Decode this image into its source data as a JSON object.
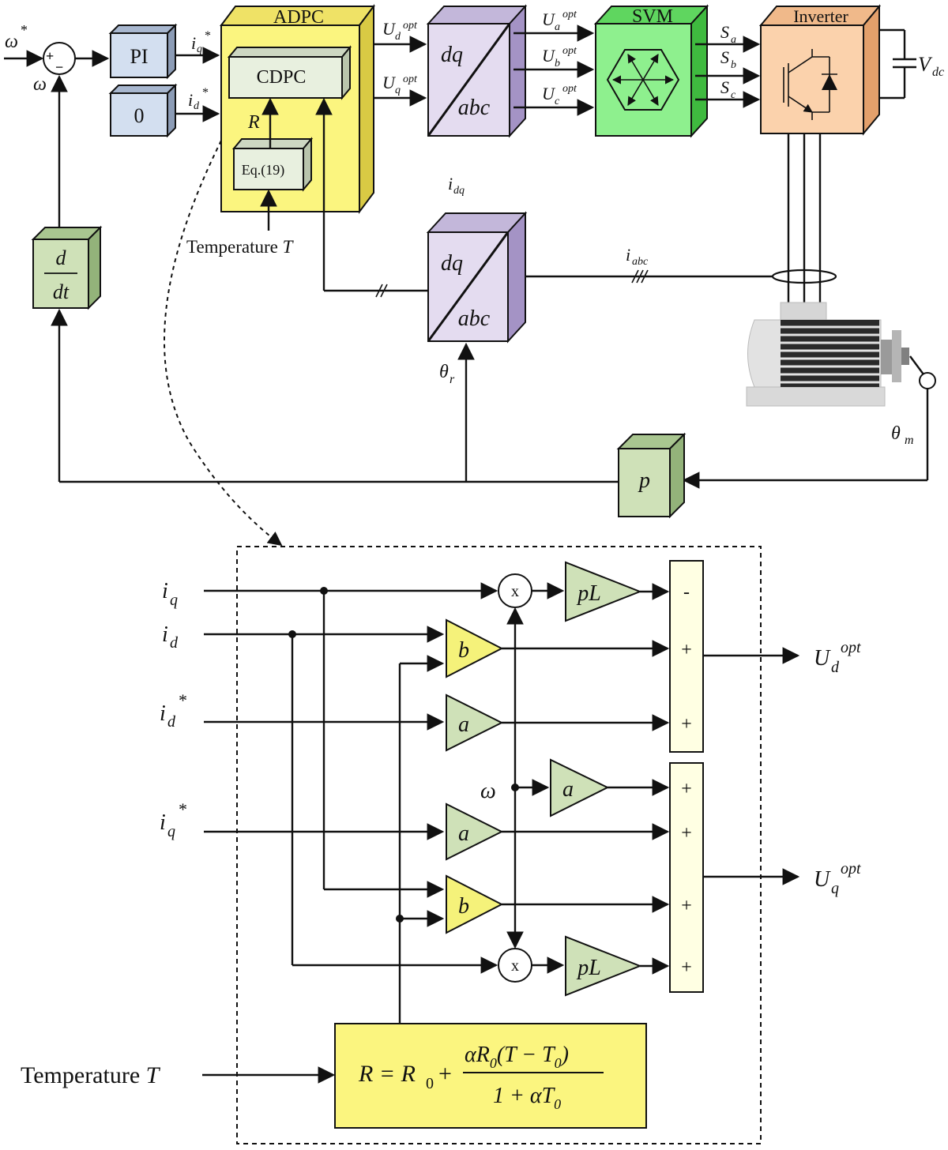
{
  "top": {
    "omega_ref": "ω",
    "star": "*",
    "plus": "+",
    "minus": "−",
    "omega": "ω",
    "pi_label": "PI",
    "zero_label": "0",
    "iq_star": "i",
    "iq_sub": "q",
    "id_star": "i",
    "id_sub": "d",
    "adpc_title": "ADPC",
    "cdpc_label": "CDPC",
    "eq_label": "Eq.(19)",
    "r_label": "R",
    "temperature_label": "Temperature",
    "temperature_symbol": "T",
    "ud": "U",
    "ud_sub": "d",
    "uq": "U",
    "uq_sub": "q",
    "opt": "opt",
    "dq": "dq",
    "abc": "abc",
    "ua": "U",
    "ua_sub": "a",
    "ub": "U",
    "ub_sub": "b",
    "uc": "U",
    "uc_sub": "c",
    "svm_title": "SVM",
    "sa": "S",
    "sa_sub": "a",
    "sb": "S",
    "sb_sub": "b",
    "sc": "S",
    "sc_sub": "c",
    "inverter_title": "Inverter",
    "vdc": "V",
    "vdc_sub": "dc",
    "idq": "i",
    "idq_sub": "dq",
    "iabc": "i",
    "iabc_sub": "abc",
    "ddt_num": "d",
    "ddt_den": "dt",
    "theta_r": "θ",
    "theta_r_sub": "r",
    "theta_m": "θ",
    "theta_m_sub": "m",
    "p_label": "p"
  },
  "detail": {
    "in_iq": "i",
    "in_iq_sub": "q",
    "in_id": "i",
    "in_id_sub": "d",
    "in_id_star": "i",
    "in_id_star_sub": "d",
    "in_iq_star": "i",
    "in_iq_star_sub": "q",
    "star": "*",
    "omega": "ω",
    "mult": "x",
    "gain_pl": "pL",
    "gain_a": "a",
    "gain_b": "b",
    "sum_signs_d": [
      "-",
      "+",
      "+"
    ],
    "sum_signs_q": [
      "+",
      "+",
      "+",
      "+"
    ],
    "out_ud": "U",
    "out_ud_sub": "d",
    "out_uq": "U",
    "out_uq_sub": "q",
    "opt": "opt",
    "temperature_label": "Temperature",
    "temperature_symbol": "T",
    "formula_lhs": "R = R",
    "formula_sub0": "0",
    "formula_plus": "+",
    "formula_num_a": "αR",
    "formula_num_b": "(T − T",
    "formula_num_c": ")",
    "formula_den_a": "1 + αT",
    "formula_den_sub": "0"
  },
  "colors": {
    "blue_block": "#d3dff0",
    "yellow_block": "#fbf57f",
    "inner_block": "#e8f0df",
    "purple_block": "#e4dcf0",
    "green_block": "#8ef08e",
    "orange_block": "#fbd2ac",
    "dgreen_block": "#cfe1b8",
    "triangle_green": "#cfe1b8",
    "triangle_yellow": "#f5f27a",
    "summer": "#ffffe3",
    "formula": "#fbf57f"
  }
}
